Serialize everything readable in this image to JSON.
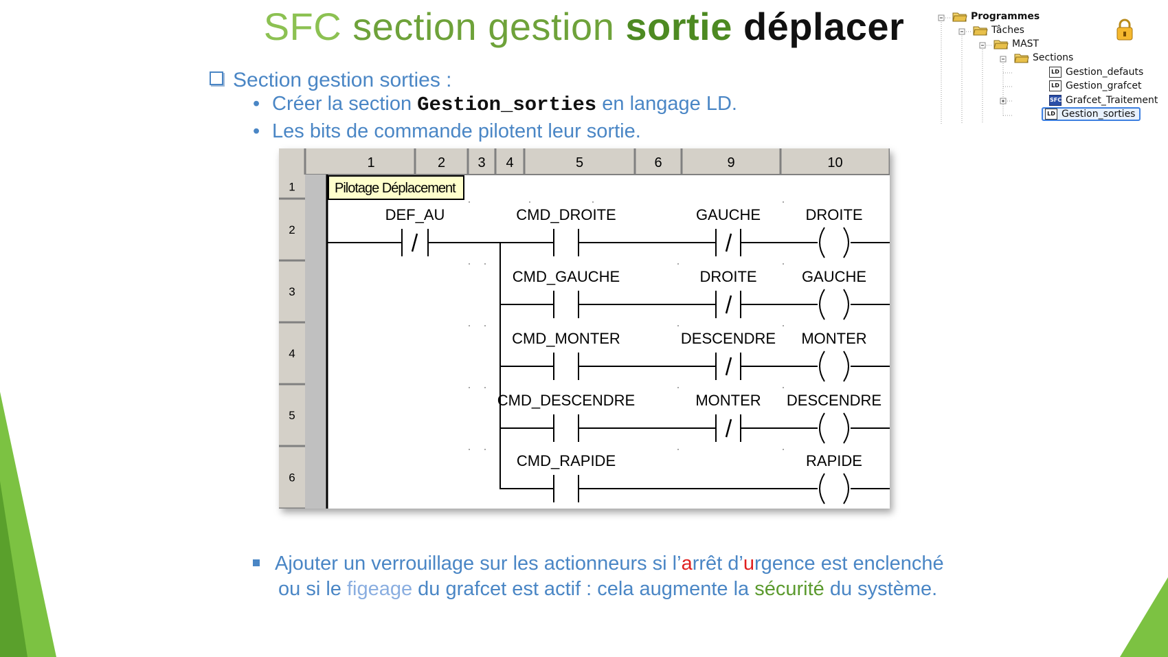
{
  "slide": {
    "title": {
      "part1": "SFC",
      "part2": " section gestion ",
      "part3": "sortie",
      "part4": " déplacer"
    },
    "heading": "Section gestion sorties :",
    "bullets": [
      {
        "prefix": "Créer la section ",
        "code": "Gestion_sorties",
        "suffix": " en langage LD."
      },
      {
        "text": "Les bits de commande pilotent leur sortie."
      }
    ],
    "note": {
      "line1_parts": [
        "Ajouter un verrouillage sur les actionneurs si l’",
        "a",
        "rrêt d’",
        "u",
        "rgence est enclenché"
      ],
      "line2_parts": [
        "ou si le ",
        "figeage",
        " du grafcet est actif : cela augmente la ",
        "sécurité",
        " du système."
      ]
    },
    "colors": {
      "accent": "#4a86c5",
      "title_green": "#6ea23a",
      "emphasis_red": "#e02020",
      "deco_green": "#7cc242"
    }
  },
  "tree": {
    "items": [
      {
        "label": "Programmes",
        "icon": "folder-icon"
      },
      {
        "label": "Tâches",
        "icon": "folder-icon"
      },
      {
        "label": "MAST",
        "icon": "folder-icon"
      },
      {
        "label": "Sections",
        "icon": "folder-icon"
      },
      {
        "label": "Gestion_defauts",
        "icon": "ld-section-icon",
        "badge": "LD"
      },
      {
        "label": "Gestion_grafcet",
        "icon": "ld-section-icon",
        "badge": "LD"
      },
      {
        "label": "Grafcet_Traitement",
        "icon": "sfc-section-icon",
        "badge": "SFC"
      },
      {
        "label": "Gestion_sorties",
        "icon": "ld-section-icon",
        "badge": "LD",
        "selected": true
      }
    ],
    "lock_icon": "lock-icon"
  },
  "ladder": {
    "columns": [
      "1",
      "2",
      "3",
      "4",
      "5",
      "6",
      "9",
      "10"
    ],
    "rows": [
      "1",
      "2",
      "3",
      "4",
      "5",
      "6"
    ],
    "comment": "Pilotage Déplacement",
    "rungs": [
      {
        "series": "DEF_AU",
        "contact": "CMD_DROITE",
        "interlock": "GAUCHE",
        "coil": "DROITE"
      },
      {
        "contact": "CMD_GAUCHE",
        "interlock": "DROITE",
        "coil": "GAUCHE"
      },
      {
        "contact": "CMD_MONTER",
        "interlock": "DESCENDRE",
        "coil": "MONTER"
      },
      {
        "contact": "CMD_DESCENDRE",
        "interlock": "MONTER",
        "coil": "DESCENDRE"
      },
      {
        "contact": "CMD_RAPIDE",
        "interlock": "",
        "coil": "RAPIDE"
      }
    ]
  }
}
